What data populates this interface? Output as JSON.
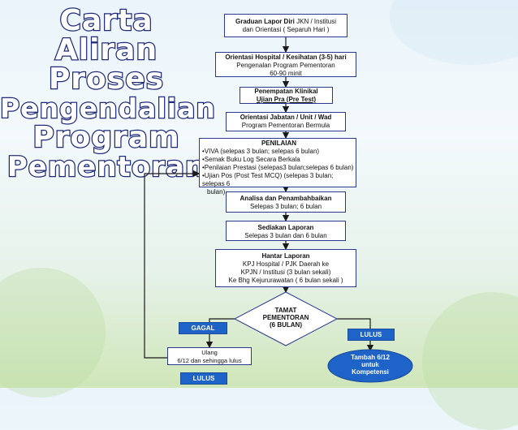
{
  "title": {
    "lines": [
      "Carta",
      "Aliran",
      "Proses",
      "Pengendalian",
      "Program",
      "Pementoran"
    ]
  },
  "nodes": {
    "graduan": {
      "bold": "Graduan Lapor Diri",
      "line1_rest": " JKN / Institusi",
      "line2": "dan Orientasi   ( Separuh Hari )"
    },
    "orientasi_hospital": {
      "line1": "Orientasi Hospital /  Kesihatan (3-5) hari",
      "line2": "Pengenalan Program Pementoran",
      "line3": "60-90 minit"
    },
    "penempatan": {
      "line1": "Penempatan  Klinikal",
      "line2": "Ujian Pra (Pre Test)"
    },
    "orientasi_jabatan": {
      "line1": "Orientasi Jabatan / Unit  / Wad",
      "line2": "Program Pementoran Bermula"
    },
    "penilaian": {
      "heading": "PENILAIAN",
      "items": [
        "•VIVA  (selepas 3 bulan; selepas 6 bulan)",
        "•Semak  Buku Log Secara Berkala",
        "•Penilaian Prestasi (selepas3 bulan;selepas 6 bulan)",
        "•Ujian Pos (Post Test MCQ) (selepas 3 bulan; selepas 6",
        "  bulan)"
      ]
    },
    "analisa": {
      "line1": "Analisa  dan Penambahbaikan",
      "line2": "Selepas 3 bulan; 6 bulan"
    },
    "sediakan": {
      "line1": "Sediakan Laporan",
      "line2": "Selepas  3 bulan  dan 6 bulan"
    },
    "hantar": {
      "line1": "Hantar Laporan",
      "line2": "KPJ Hospital / PJK  Daerah  ke",
      "line3": "KPJN / Institusi (3 bulan sekali)",
      "line4": "Ke Bhg Kejururawatan ( 6 bulan sekali )"
    },
    "decision": {
      "line1": "TAMAT",
      "line2": "PEMENTORAN",
      "line3": "(6 BULAN)"
    },
    "ulang": {
      "line1": "Ulang",
      "line2": "6/12 dan sehingga lulus"
    },
    "tambah": {
      "line1": "Tambah 6/12",
      "line2": "untuk",
      "line3": "Kompetensi"
    }
  },
  "labels": {
    "gagal": "GAGAL",
    "lulus_right": "LULUS",
    "lulus_bottom": "LULUS"
  },
  "colors": {
    "box_border": "#2b3a8f",
    "arrow": "#1a1a1a",
    "pill": "#1e63c8",
    "title_stroke": "#1f2a7a"
  }
}
